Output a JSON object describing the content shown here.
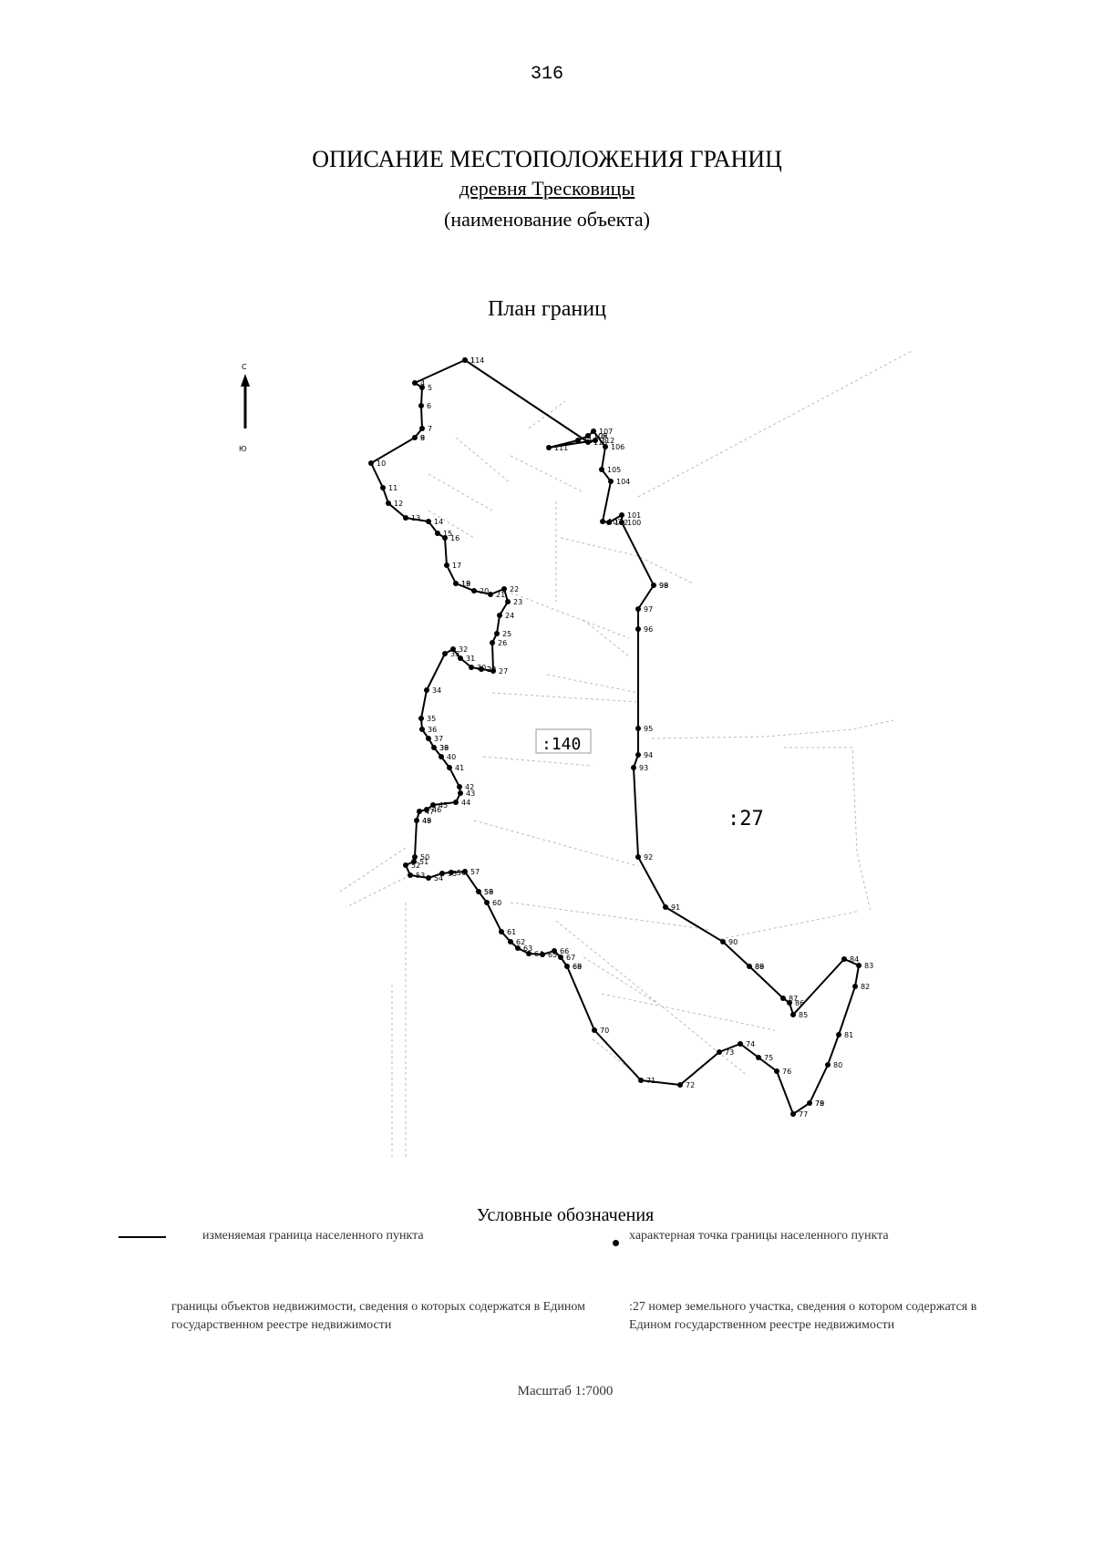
{
  "page_number": "316",
  "title": "ОПИСАНИЕ МЕСТОПОЛОЖЕНИЯ ГРАНИЦ",
  "object_name": "деревня Тресковицы",
  "object_caption": "(наименование объекта)",
  "plan_title": "План границ",
  "north_label": "С",
  "south_label": "Ю",
  "parcel_labels": [
    ":27",
    ":140"
  ],
  "point_labels": [
    "1",
    "4",
    "5",
    "6",
    "7",
    "8",
    "9",
    "10",
    "11",
    "12",
    "13",
    "14",
    "15",
    "16",
    "17",
    "18",
    "19",
    "20",
    "21",
    "22",
    "23",
    "24",
    "25",
    "26",
    "27",
    "28",
    "29",
    "30",
    "31",
    "32",
    "33",
    "34",
    "35",
    "36",
    "37",
    "38",
    "39",
    "40",
    "41",
    "42",
    "43",
    "44",
    "45",
    "46",
    "47",
    "48",
    "49",
    "50",
    "51",
    "52",
    "53",
    "54",
    "55",
    "56",
    "57",
    "58",
    "59",
    "60",
    "61",
    "62",
    "63",
    "64",
    "65",
    "66",
    "67",
    "68",
    "69",
    "70",
    "71",
    "72",
    "73",
    "74",
    "75",
    "76",
    "77",
    "78",
    "79",
    "80",
    "81",
    "82",
    "83",
    "84",
    "85",
    "86",
    "87",
    "88",
    "89",
    "90",
    "91",
    "92",
    "93",
    "94",
    "95",
    "96",
    "97",
    "98",
    "99",
    "100",
    "101",
    "102",
    "103",
    "104",
    "105",
    "106",
    "107",
    "108",
    "109",
    "110",
    "111",
    "112",
    "113",
    "114"
  ],
  "legend": {
    "title": "Условные обозначения",
    "items": [
      "изменяемая граница населенного пункта",
      "характерная точка границы населенного пункта",
      "границы объектов недвижимости, сведения о которых содержатся в Едином государственном реестре недвижимости",
      ":27 номер земельного участка, сведения о котором содержатся в Едином государственном реестре недвижимости"
    ]
  },
  "scale": "Масштаб 1:7000"
}
